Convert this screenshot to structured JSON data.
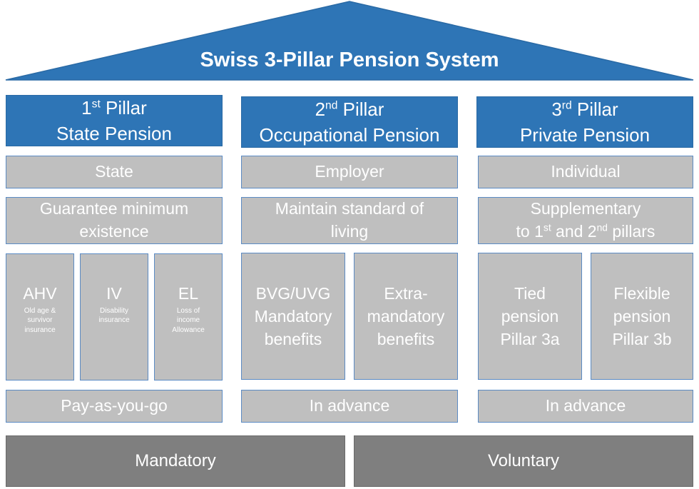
{
  "roof": {
    "title": "Swiss 3-Pillar Pension System",
    "color": "#2e75b6"
  },
  "pillars": [
    {
      "ordinal": "1",
      "suffix": "st",
      "word": "Pillar",
      "name": "State Pension",
      "who": "State",
      "goal": [
        "Guarantee minimum",
        "existence"
      ],
      "parts": [
        {
          "abbr": "AHV",
          "desc": [
            "Old age &",
            "survivor",
            "insurance"
          ]
        },
        {
          "abbr": "IV",
          "desc": [
            "Disability",
            "insurance"
          ]
        },
        {
          "abbr": "EL",
          "desc": [
            "Loss of",
            "income",
            "Allowance"
          ]
        }
      ],
      "funding": "Pay-as-you-go"
    },
    {
      "ordinal": "2",
      "suffix": "nd",
      "word": "Pillar",
      "name": "Occupational Pension",
      "who": "Employer",
      "goal": [
        "Maintain standard of",
        "living"
      ],
      "parts": [
        {
          "lines": [
            "BVG/UVG",
            "Mandatory",
            "benefits"
          ]
        },
        {
          "lines": [
            "Extra-",
            "mandatory",
            "benefits"
          ]
        }
      ],
      "funding": "In advance"
    },
    {
      "ordinal": "3",
      "suffix": "rd",
      "word": "Pillar",
      "name": "Private Pension",
      "who": "Individual",
      "goal_line1": "Supplementary",
      "goal_line2": {
        "pre": "to 1",
        "sup1": "st",
        "mid": " and 2",
        "sup2": "nd",
        "post": " pillars"
      },
      "parts": [
        {
          "lines": [
            "Tied",
            "pension",
            "Pillar 3a"
          ]
        },
        {
          "lines": [
            "Flexible",
            "pension",
            "Pillar 3b"
          ]
        }
      ],
      "funding": "In advance"
    }
  ],
  "foundation": {
    "mandatory": "Mandatory",
    "voluntary": "Voluntary"
  }
}
